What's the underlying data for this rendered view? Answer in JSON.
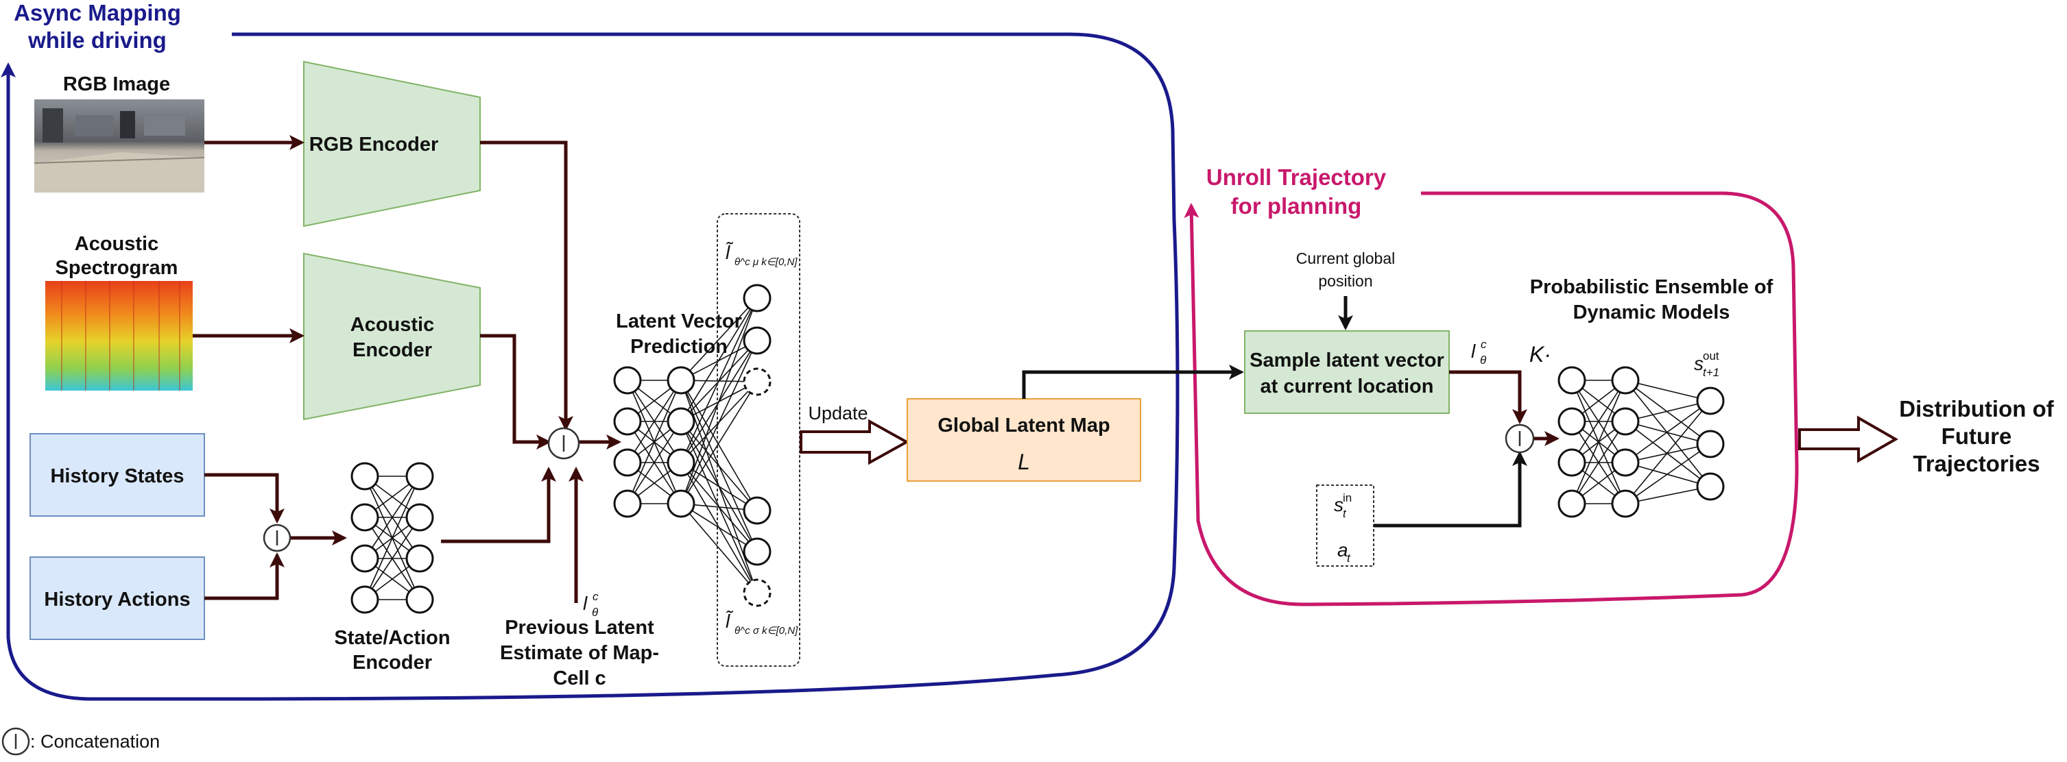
{
  "titles": {
    "async_line1": "Async Mapping",
    "async_line2": "while driving",
    "unroll_line1": "Unroll Trajectory",
    "unroll_line2": "for planning"
  },
  "inputs": {
    "rgb_image": "RGB Image",
    "spectrogram_line1": "Acoustic",
    "spectrogram_line2": "Spectrogram",
    "history_states": "History States",
    "history_actions": "History Actions"
  },
  "encoders": {
    "rgb": "RGB Encoder",
    "acoustic_line1": "Acoustic",
    "acoustic_line2": "Encoder",
    "state_action_line1": "State/Action",
    "state_action_line2": "Encoder"
  },
  "latent": {
    "prediction_line1": "Latent Vector",
    "prediction_line2": "Prediction",
    "mu_symbol": "l̃",
    "mu_subscript": "θ^c μ k∈[0,N]",
    "sigma_symbol": "l̃",
    "sigma_subscript": "θ^c σ k∈[0,N]",
    "update": "Update",
    "previous_line1": "Previous Latent",
    "previous_line2": "Estimate of Map-",
    "previous_line3": "Cell c",
    "l_theta": "l",
    "l_theta_sub": "θ",
    "l_theta_sup": "c"
  },
  "map": {
    "title": "Global Latent Map",
    "symbol": "L"
  },
  "planning": {
    "current_pos_line1": "Current global",
    "current_pos_line2": "position",
    "sample_line1": "Sample latent vector",
    "sample_line2": "at current location",
    "ensemble_line1": "Probabilistic Ensemble of",
    "ensemble_line2": "Dynamic Models",
    "k_label": "K·",
    "s_in": "s",
    "s_in_sub": "t",
    "s_in_sup": "in",
    "a_t": "a",
    "a_t_sub": "t",
    "s_out": "s",
    "s_out_sub": "t+1",
    "s_out_sup": "out"
  },
  "output": {
    "line1": "Distribution of",
    "line2": "Future",
    "line3": "Trajectories"
  },
  "legend": {
    "concat_text": ": Concatenation"
  },
  "colors": {
    "async": "#1a1a8c",
    "unroll": "#c8186b",
    "arrow": "#3d0a0a",
    "green_fill": "#d5e8d4",
    "green_stroke": "#82b366",
    "blue_fill": "#dae8fc",
    "blue_stroke": "#6c8ebf",
    "orange_fill": "#ffe6cc",
    "orange_stroke": "#e6a23c"
  }
}
